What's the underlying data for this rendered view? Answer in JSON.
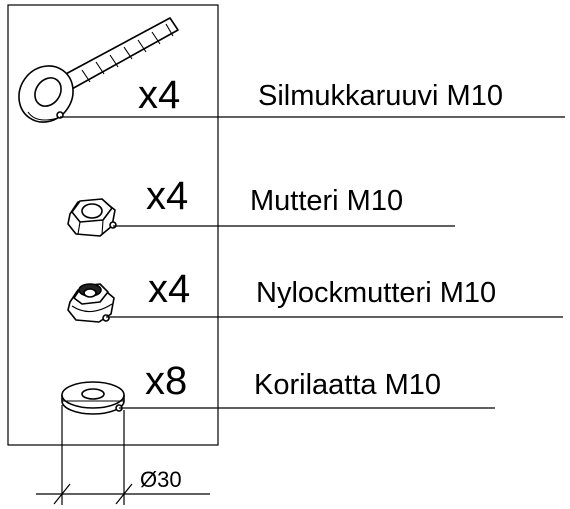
{
  "items": [
    {
      "qty": "x4",
      "name": "Silmukkaruuvi M10",
      "icon": "eye-bolt-icon"
    },
    {
      "qty": "x4",
      "name": "Mutteri M10",
      "icon": "hex-nut-icon"
    },
    {
      "qty": "x4",
      "name": "Nylockmutteri M10",
      "icon": "nylock-nut-icon"
    },
    {
      "qty": "x8",
      "name": "Korilaatta M10",
      "icon": "washer-icon"
    }
  ],
  "dimension": {
    "label": "Ø30"
  }
}
